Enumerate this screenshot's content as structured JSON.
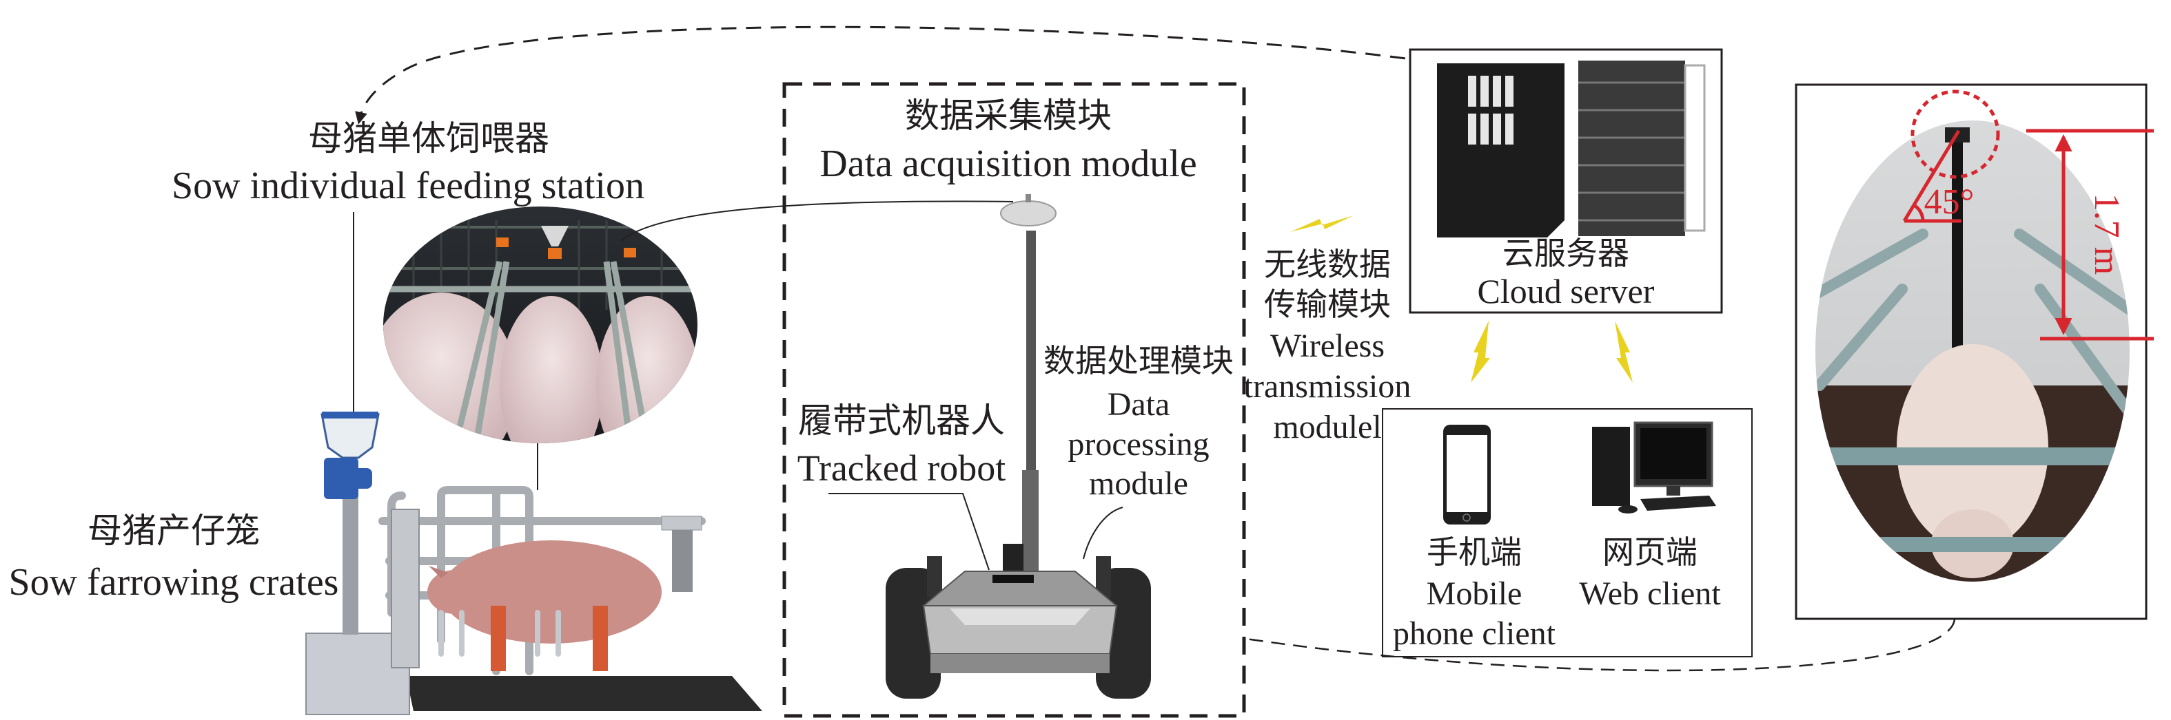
{
  "feeding_station": {
    "label_cn": "母猪单体饲喂器",
    "label_en": "Sow individual feeding station"
  },
  "farrowing_crates": {
    "label_cn": "母猪产仔笼",
    "label_en": "Sow farrowing crates"
  },
  "acquisition_module": {
    "label_cn": "数据采集模块",
    "label_en": "Data acquisition module"
  },
  "tracked_robot": {
    "label_cn": "履带式机器人",
    "label_en": "Tracked robot"
  },
  "processing_module": {
    "label_cn": "数据处理模块",
    "label_en_lines": [
      "Data",
      "processing",
      "module"
    ]
  },
  "wireless_module": {
    "label_cn_lines": [
      "无线数据",
      "传输模块"
    ],
    "label_en_lines": [
      "Wireless",
      "transmission",
      "modulel"
    ]
  },
  "cloud_server": {
    "label_cn": "云服务器",
    "label_en": "Cloud server"
  },
  "clients": {
    "mobile": {
      "label_cn": "手机端",
      "label_en_lines": [
        "Mobile",
        "phone client"
      ]
    },
    "web": {
      "label_cn": "网页端",
      "label_en": "Web client"
    }
  },
  "camera_view": {
    "angle_label": "45°",
    "height_label": "1.7 m"
  },
  "colors": {
    "annotation_red": "#d7262e",
    "wireless_bolt": "#e8d21f",
    "line": "#231f20"
  },
  "icons": [
    "lightning-bolt-icon",
    "server-rack-icon",
    "smartphone-icon",
    "desktop-computer-icon"
  ]
}
